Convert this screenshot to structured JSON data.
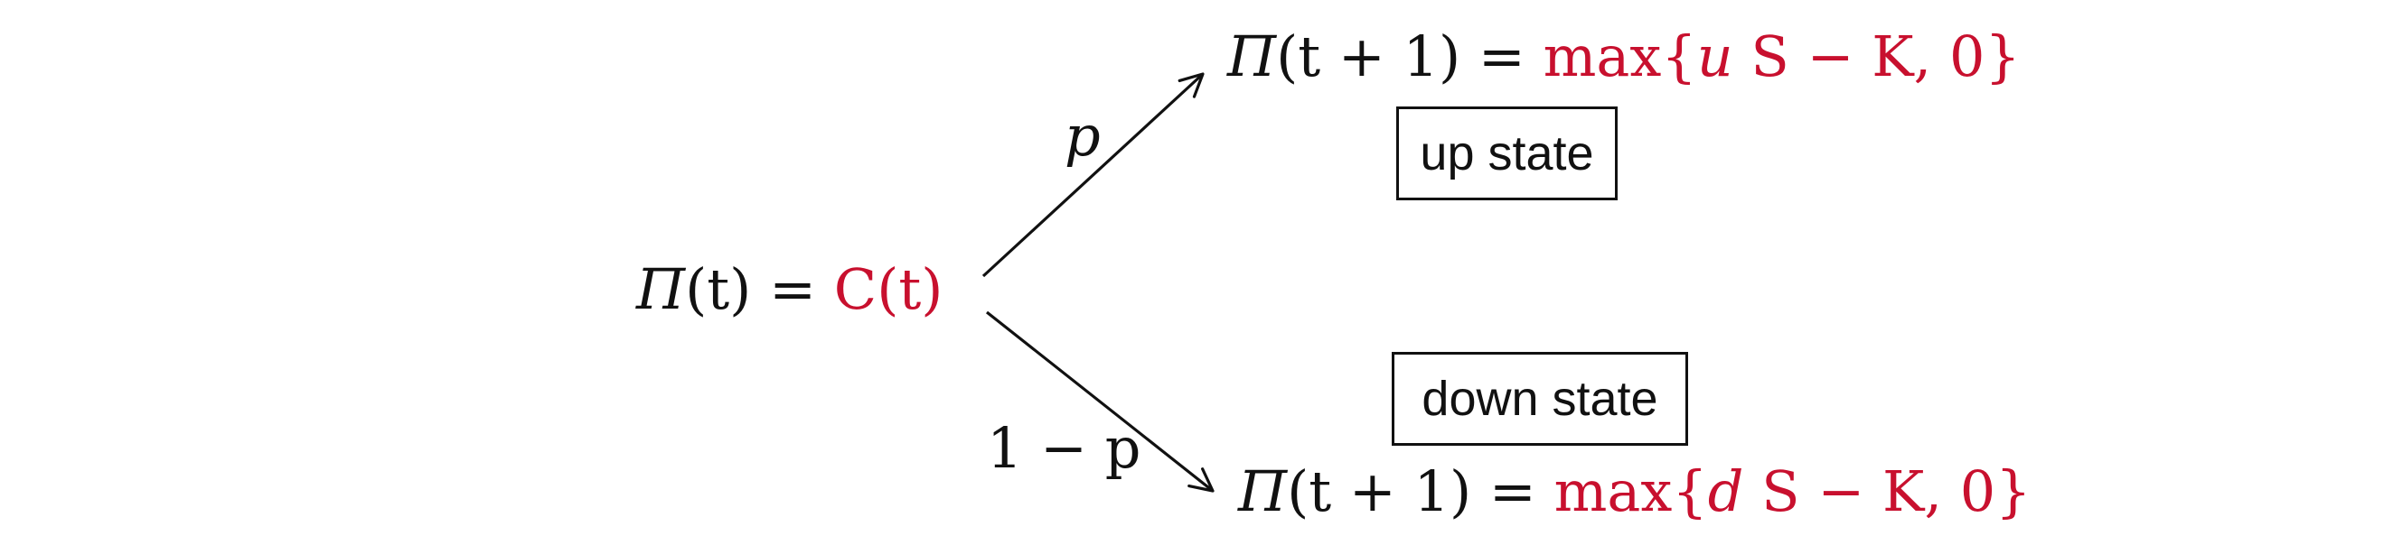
{
  "root": {
    "lhs_symbol": "Π",
    "lhs_arg": "(t)",
    "equals": "=",
    "rhs": "C(t)"
  },
  "branches": {
    "up": {
      "probability": "p",
      "lhs_symbol": "Π",
      "lhs_arg": "(t + 1)",
      "equals": "=",
      "payoff_prefix": "max{",
      "payoff_var": "u",
      "payoff_rest": " S − K,  0}",
      "state_label": "up state"
    },
    "down": {
      "probability": "1 − p",
      "lhs_symbol": "Π",
      "lhs_arg": "(t + 1)",
      "equals": "=",
      "payoff_prefix": "max{",
      "payoff_var": "d",
      "payoff_rest": " S − K,  0}",
      "state_label": "down state"
    }
  },
  "colors": {
    "highlight": "#c8102e",
    "text": "#111111"
  }
}
